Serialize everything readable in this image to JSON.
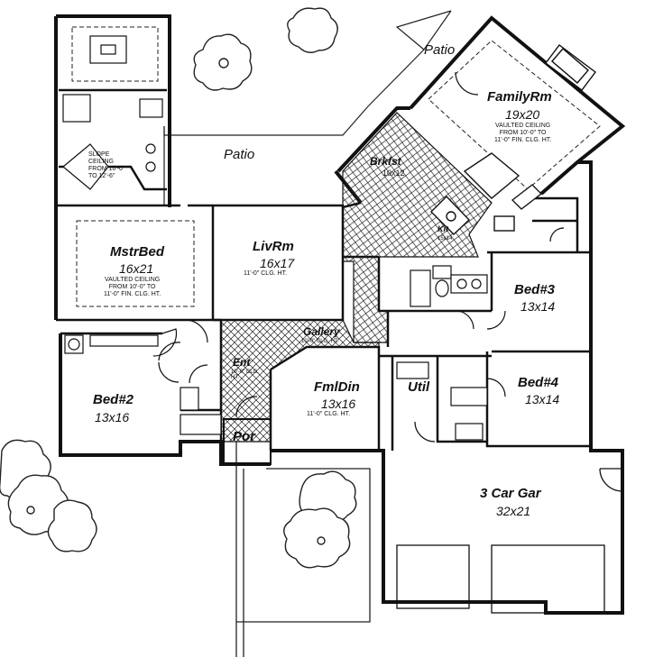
{
  "rooms": {
    "family": {
      "name": "FamilyRm",
      "size": "19x20",
      "note": [
        "VAULTED CEILING",
        "FROM 10'-0\" TO",
        "11'-0\" FIN. CLG. HT."
      ]
    },
    "patio_top": {
      "name": "Patio"
    },
    "patio_mid": {
      "name": "Patio"
    },
    "brkfst": {
      "name": "Brkfst",
      "size": "10x12"
    },
    "kit": {
      "name": "Kit",
      "size": "15x14"
    },
    "mstr": {
      "name": "MstrBed",
      "size": "16x21",
      "note": [
        "VAULTED CEILING",
        "FROM 10'-0\" TO",
        "11'-0\" FIN. CLG. HT."
      ]
    },
    "slope": {
      "note": [
        "SLOPE",
        "CEILING",
        "FROM 10'-0\"",
        "TO 12'-6\""
      ]
    },
    "liv": {
      "name": "LivRm",
      "size": "16x17",
      "note": [
        "11'-0\" CLG. HT."
      ]
    },
    "gallery": {
      "name": "Gallery",
      "note": "10'-0\" CLG. HT."
    },
    "ent": {
      "name": "Ent",
      "note": [
        "10'-0\" CLG.",
        "HT."
      ]
    },
    "por": {
      "name": "Por"
    },
    "fmldin": {
      "name": "FmlDin",
      "size": "13x16",
      "note": [
        "11'-0\" CLG. HT."
      ]
    },
    "util": {
      "name": "Util"
    },
    "bed2": {
      "name": "Bed#2",
      "size": "13x16"
    },
    "bed3": {
      "name": "Bed#3",
      "size": "13x14"
    },
    "bed4": {
      "name": "Bed#4",
      "size": "13x14"
    },
    "garage": {
      "name": "3 Car Gar",
      "size": "32x21"
    }
  }
}
